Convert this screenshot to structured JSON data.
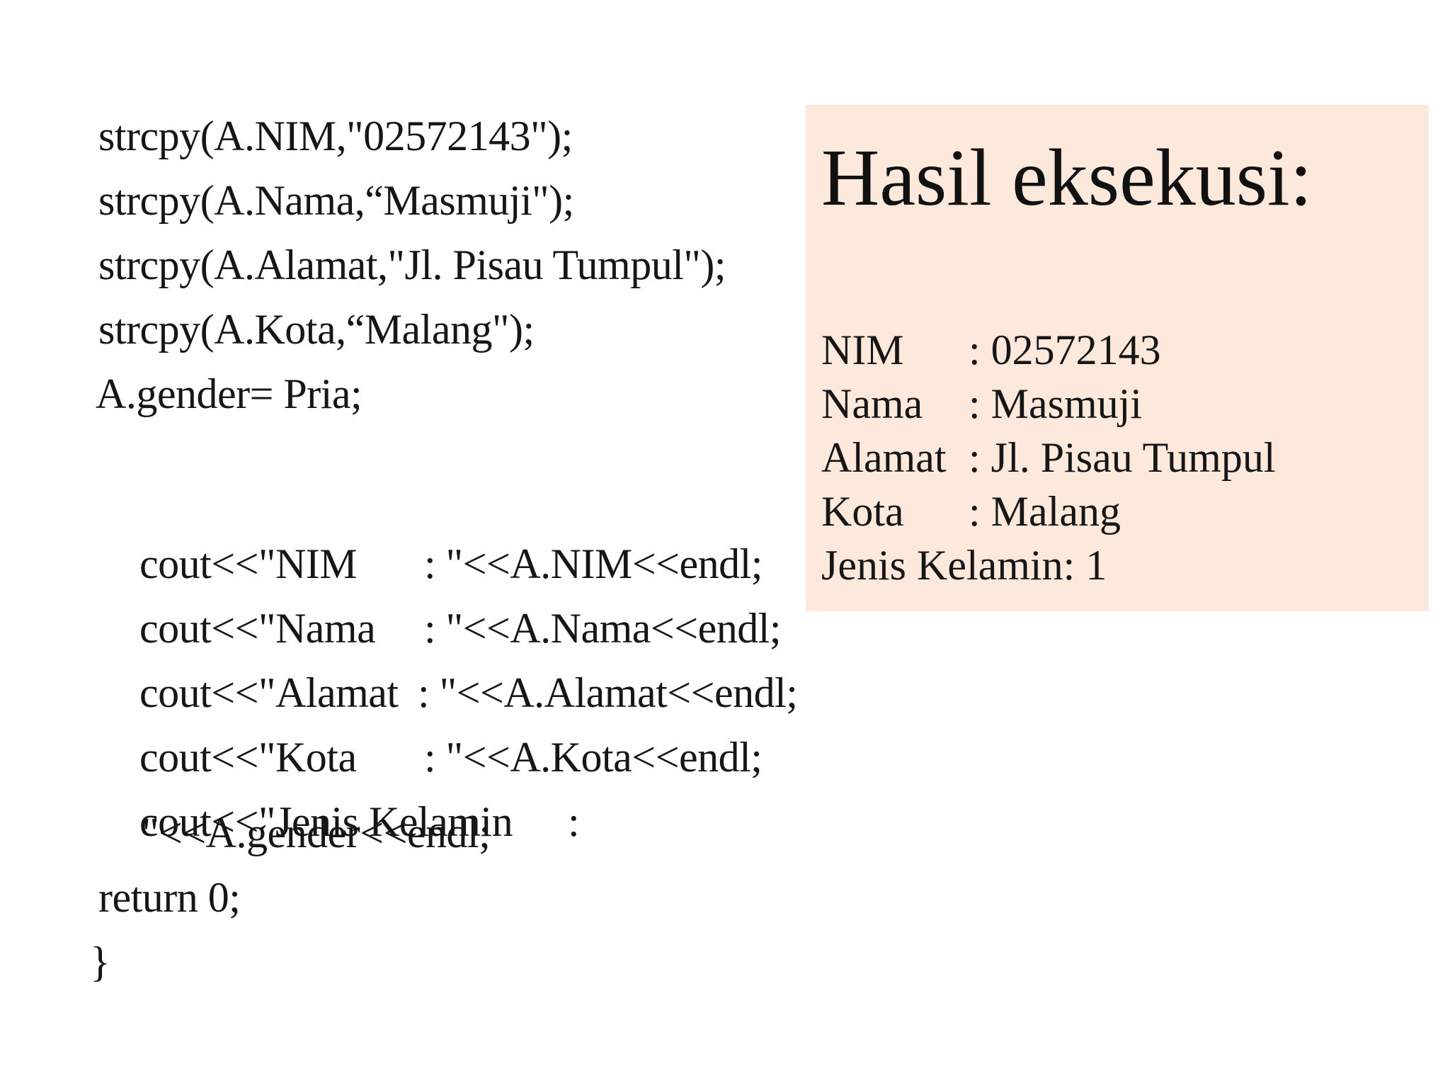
{
  "code": {
    "line1": "strcpy(A.NIM,\"02572143\");",
    "line2": "strcpy(A.Nama,“Masmuji\");",
    "line3": "strcpy(A.Alamat,\"Jl. Pisau Tumpul\");",
    "line4": "strcpy(A.Kota,“Malang\");",
    "line5": "A.gender= Pria;",
    "cout1": {
      "prefix": "cout<<\"NIM",
      "suffix": ": \"<<A.NIM<<endl;"
    },
    "cout2": {
      "prefix": "cout<<\"Nama",
      "suffix": ": \"<<A.Nama<<endl;"
    },
    "cout3": {
      "prefix": "cout<<\"Alamat",
      "suffix": ": \"<<A.Alamat<<endl;"
    },
    "cout4": {
      "prefix": "cout<<\"Kota",
      "suffix": ": \"<<A.Kota<<endl;"
    },
    "cout5": {
      "prefix": "cout<<\"Jenis Kelamin",
      "suffix": ":"
    },
    "cout5_cont": "\"<<A.gender<<endl;",
    "return_line": "return 0;",
    "closing_brace": "}"
  },
  "result": {
    "title": "Hasil eksekusi:",
    "rows": [
      {
        "label": "NIM",
        "value": ": 02572143"
      },
      {
        "label": "Nama",
        "value": ": Masmuji"
      },
      {
        "label": "Alamat",
        "value": ": Jl. Pisau Tumpul"
      },
      {
        "label": "Kota",
        "value": ": Malang"
      },
      {
        "label": "Jenis Kelamin",
        "value": ": 1"
      }
    ]
  },
  "colors": {
    "result_background": "#fce9dc",
    "text": "#161616"
  }
}
